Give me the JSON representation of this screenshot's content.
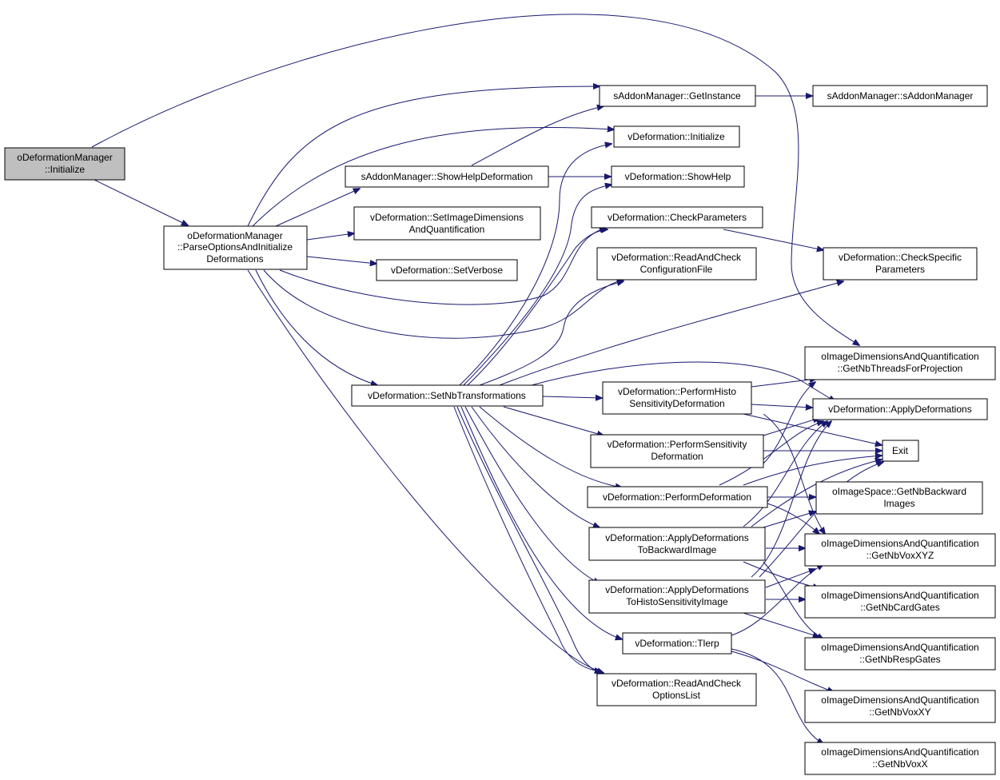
{
  "colors": {
    "edge": "#191970",
    "root_fill": "#bfbfbf",
    "node_fill": "#ffffff",
    "node_border": "#000000"
  },
  "nodes": {
    "odm_initialize": [
      "oDeformationManager",
      "::Initialize"
    ],
    "odm_parse": [
      "oDeformationManager",
      "::ParseOptionsAndInitialize",
      "Deformations"
    ],
    "sam_getinstance": [
      "sAddonManager::GetInstance"
    ],
    "sam_ctor": [
      "sAddonManager::sAddonManager"
    ],
    "vd_initialize": [
      "vDeformation::Initialize"
    ],
    "sam_showhelpdef": [
      "sAddonManager::ShowHelpDeformation"
    ],
    "vd_showhelp": [
      "vDeformation::ShowHelp"
    ],
    "vd_setimagedim": [
      "vDeformation::SetImageDimensions",
      "AndQuantification"
    ],
    "vd_checkparams": [
      "vDeformation::CheckParameters"
    ],
    "vd_readcheckconfig": [
      "vDeformation::ReadAndCheck",
      "ConfigurationFile"
    ],
    "vd_checkspecific": [
      "vDeformation::CheckSpecific",
      "Parameters"
    ],
    "vd_setverbose": [
      "vDeformation::SetVerbose"
    ],
    "oidq_getnbthreads": [
      "oImageDimensionsAndQuantification",
      "::GetNbThreadsForProjection"
    ],
    "vd_setnbtrans": [
      "vDeformation::SetNbTransformations"
    ],
    "vd_performhisto": [
      "vDeformation::PerformHisto",
      "SensitivityDeformation"
    ],
    "vd_applydefs": [
      "vDeformation::ApplyDeformations"
    ],
    "vd_performsens": [
      "vDeformation::PerformSensitivity",
      "Deformation"
    ],
    "exit": [
      "Exit"
    ],
    "vd_performdef": [
      "vDeformation::PerformDeformation"
    ],
    "ois_getnbbackward": [
      "oImageSpace::GetNbBackward",
      "Images"
    ],
    "vd_applytoback": [
      "vDeformation::ApplyDeformations",
      "ToBackwardImage"
    ],
    "oidq_getnbvoxxyz": [
      "oImageDimensionsAndQuantification",
      "::GetNbVoxXYZ"
    ],
    "vd_applytohisto": [
      "vDeformation::ApplyDeformations",
      "ToHistoSensitivityImage"
    ],
    "oidq_getnbcardgates": [
      "oImageDimensionsAndQuantification",
      "::GetNbCardGates"
    ],
    "vd_tlerp": [
      "vDeformation::Tlerp"
    ],
    "oidq_getnbrespgates": [
      "oImageDimensionsAndQuantification",
      "::GetNbRespGates"
    ],
    "vd_readcheckoptions": [
      "vDeformation::ReadAndCheck",
      "OptionsList"
    ],
    "oidq_getnbvoxxy": [
      "oImageDimensionsAndQuantification",
      "::GetNbVoxXY"
    ],
    "oidq_getnbvoxx": [
      "oImageDimensionsAndQuantification",
      "::GetNbVoxX"
    ]
  }
}
